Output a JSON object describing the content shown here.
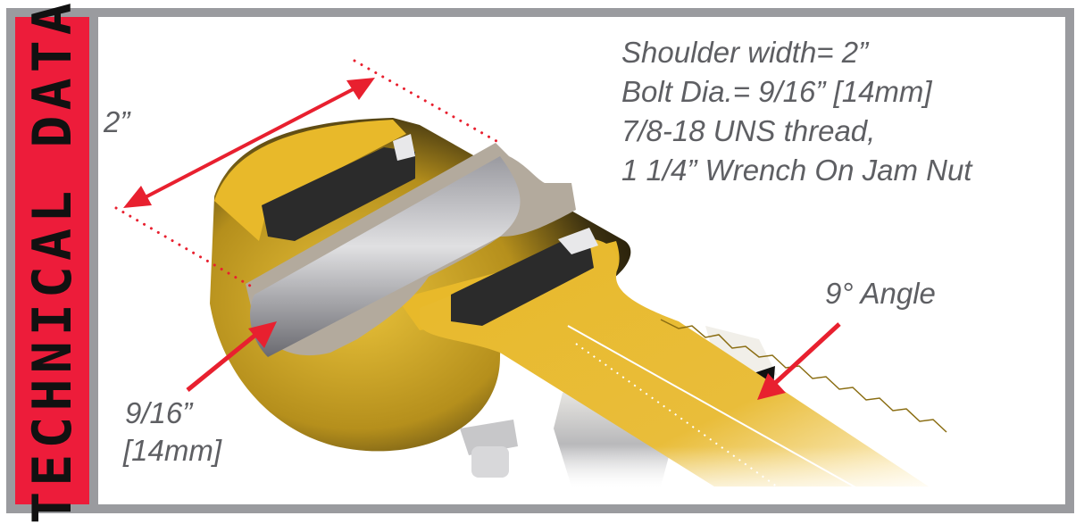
{
  "side_title": "TECHNICAL DATA",
  "specs": {
    "lines": [
      "Shoulder width= 2”",
      "Bolt Dia.= 9/16” [14mm]",
      "7/8-18 UNS thread,",
      "1 1/4” Wrench On Jam Nut"
    ]
  },
  "annotations": {
    "shoulder_width": "2”",
    "bolt_dia_fraction": "9/16”",
    "bolt_dia_metric": "[14mm]",
    "angle": "9° Angle"
  },
  "colors": {
    "frame_gray": "#9a9b9f",
    "title_red": "#ed1c3a",
    "arrow_red": "#e8202f",
    "text_gray": "#5e5f63",
    "housing_yellow": "#e8b92a",
    "ball_tan": "#b3aa9d",
    "liner_black": "#2b2b2b"
  },
  "illustration": {
    "subject": "rod-end-cutaway",
    "parts": [
      "housing",
      "ball",
      "race-liner",
      "threaded-shank",
      "jam-nut",
      "grease-fitting"
    ]
  }
}
